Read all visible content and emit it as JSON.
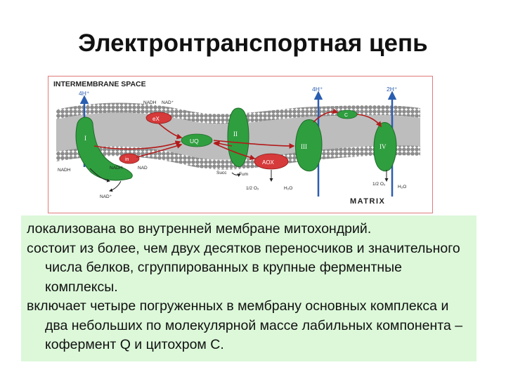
{
  "slide": {
    "title": "Электронтранспортная цепь"
  },
  "diagram": {
    "labels": {
      "intermembrane_space": "INTERMEMBRANE SPACE",
      "matrix": "MATRIX",
      "h_left": "4H⁺",
      "h_middle": "4H⁺",
      "h_right": "2H⁺",
      "nadh_top": "NADH",
      "nad_top": "NAD⁺",
      "nadh_left": "NADH",
      "nad_left": "NAD⁺",
      "nadh_in": "NADH",
      "nad_in": "NAD",
      "complex_i": "I",
      "complex_ii": "II",
      "complex_iii": "III",
      "complex_iv": "IV",
      "ex": "eX",
      "uq": "UQ",
      "c": "C",
      "in": "in",
      "aox": "AOX",
      "succ": "Succ",
      "fum": "Fum",
      "o2_mid": "1/2 O₂",
      "h2o_mid": "H₂O",
      "o2_right": "1/2 O₂",
      "h2o_right": "H₂O"
    }
  },
  "text": {
    "paragraphs": [
      "локализована во внутренней мембране митохондрий.",
      "состоит из более, чем двух десятков переносчиков и значительного числа белков, сгруппированных в крупные ферментные комплексы.",
      "включает четыре погруженных в мембрану основных комплекса и два небольших по молекулярной массе лабильных компонента – кофермент Q и цитохром С."
    ]
  },
  "colors": {
    "membrane": "#a9a9a9",
    "protein": "#2f9e3f",
    "electron_path": "#b31b1b",
    "proton_arrow": "#2a5db0",
    "text_panel_bg": "#dcf8d9",
    "diagram_border": "#e07a7a"
  }
}
